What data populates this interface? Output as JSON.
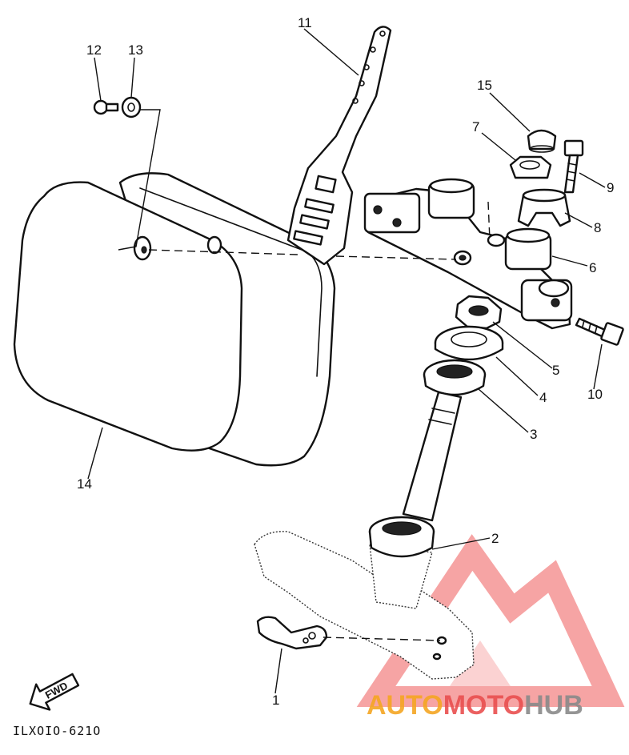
{
  "diagram": {
    "callouts": [
      {
        "id": "1",
        "text": "1"
      },
      {
        "id": "2",
        "text": "2"
      },
      {
        "id": "3",
        "text": "3"
      },
      {
        "id": "4",
        "text": "4"
      },
      {
        "id": "5",
        "text": "5"
      },
      {
        "id": "6",
        "text": "6"
      },
      {
        "id": "7",
        "text": "7"
      },
      {
        "id": "8",
        "text": "8"
      },
      {
        "id": "9",
        "text": "9"
      },
      {
        "id": "10",
        "text": "10"
      },
      {
        "id": "11",
        "text": "11"
      },
      {
        "id": "12",
        "text": "12"
      },
      {
        "id": "13",
        "text": "13"
      },
      {
        "id": "14",
        "text": "14"
      },
      {
        "id": "15",
        "text": "15"
      }
    ],
    "direction_arrow_label": "FWD",
    "drawing_code": "ILXOIO-621O"
  },
  "watermark": {
    "part1": "AUTO",
    "part2": "MOTO",
    "part3": "HUB",
    "colors": {
      "auto": "#f5a623",
      "moto": "#e94f4f",
      "hub": "#8a8a8a",
      "triangle": "#ef5a5a"
    }
  }
}
